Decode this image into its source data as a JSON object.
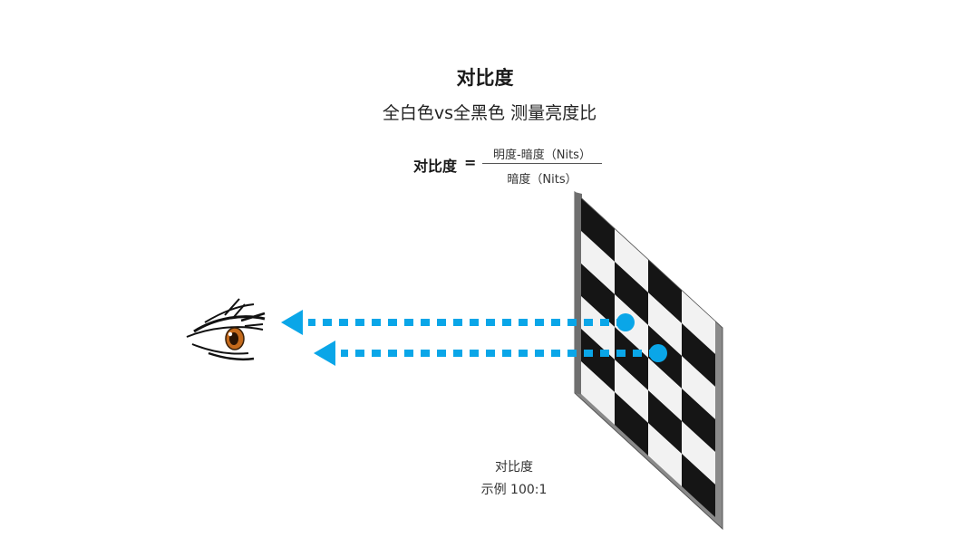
{
  "heading": {
    "title": "对比度",
    "subtitle": "全白色vs全黑色 测量亮度比"
  },
  "formula": {
    "lhs": "对比度",
    "equals": "=",
    "numerator": "明度-暗度（Nits）",
    "denominator": "暗度（Nits）"
  },
  "caption": {
    "line1": "对比度",
    "line2": "示例  100:1"
  },
  "colors": {
    "accent": "#0aa6e8",
    "panel_black": "#151515",
    "panel_white": "#f2f2f2",
    "frame": "#8a8a8a",
    "iris": "#c46a1c"
  },
  "icons": {
    "eye": "eye-icon",
    "arrow": "arrow-left-icon"
  }
}
